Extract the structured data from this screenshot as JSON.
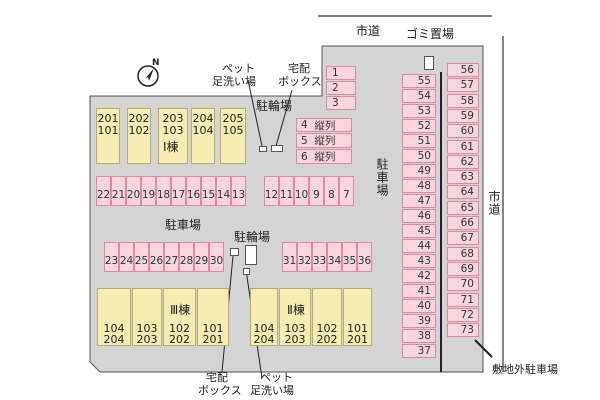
{
  "roads": {
    "top": "市道",
    "right": "市道"
  },
  "garbage": "ゴミ置場",
  "compass": "N",
  "pet_wash_top": [
    "ペット",
    "足洗い場"
  ],
  "delivery_top": [
    "宅配",
    "ボックス"
  ],
  "bicycle_top": "駐輪場",
  "bicycle_mid": "駐輪場",
  "parking_main": "駐車場",
  "parking_right": "駐車場",
  "delivery_bottom": [
    "宅配",
    "ボックス"
  ],
  "pet_wash_bottom": [
    "ペット",
    "足洗い場"
  ],
  "offsite_parking": "敷地外駐車場",
  "buildings": {
    "b1": {
      "name": "Ⅰ棟",
      "units": [
        [
          "201",
          "101"
        ],
        [
          "202",
          "102"
        ],
        [
          "203",
          "103"
        ],
        [
          "204",
          "104"
        ],
        [
          "205",
          "105"
        ]
      ]
    },
    "b3": {
      "name": "Ⅲ棟",
      "units": [
        [
          "104",
          "204"
        ],
        [
          "103",
          "203"
        ],
        [
          "102",
          "202"
        ],
        [
          "101",
          "201"
        ]
      ]
    },
    "b2": {
      "name": "Ⅱ棟",
      "units": [
        [
          "104",
          "204"
        ],
        [
          "103",
          "203"
        ],
        [
          "102",
          "202"
        ],
        [
          "101",
          "201"
        ]
      ]
    }
  },
  "motorbike": [
    {
      "n": "4",
      "t": "縦列"
    },
    {
      "n": "5",
      "t": "縦列"
    },
    {
      "n": "6",
      "t": "縦列"
    }
  ],
  "parking": {
    "top_small": [
      "1",
      "2",
      "3"
    ],
    "row_a": [
      "22",
      "21",
      "20",
      "19",
      "18",
      "17",
      "16",
      "15",
      "14",
      "13"
    ],
    "row_b": [
      "12",
      "11",
      "10",
      "9",
      "8",
      "7"
    ],
    "row_c": [
      "23",
      "24",
      "25",
      "26",
      "27",
      "28",
      "29",
      "30"
    ],
    "row_d": [
      "31",
      "32",
      "33",
      "34",
      "35",
      "36"
    ],
    "col_center": [
      "55",
      "54",
      "53",
      "52",
      "51",
      "50",
      "49",
      "48",
      "47",
      "46",
      "45",
      "44",
      "43",
      "42",
      "41",
      "40",
      "39",
      "38",
      "37"
    ],
    "col_offsite": [
      "56",
      "57",
      "58",
      "59",
      "60",
      "61",
      "62",
      "63",
      "64",
      "65",
      "66",
      "67",
      "68",
      "69",
      "70",
      "71",
      "72",
      "73"
    ]
  }
}
